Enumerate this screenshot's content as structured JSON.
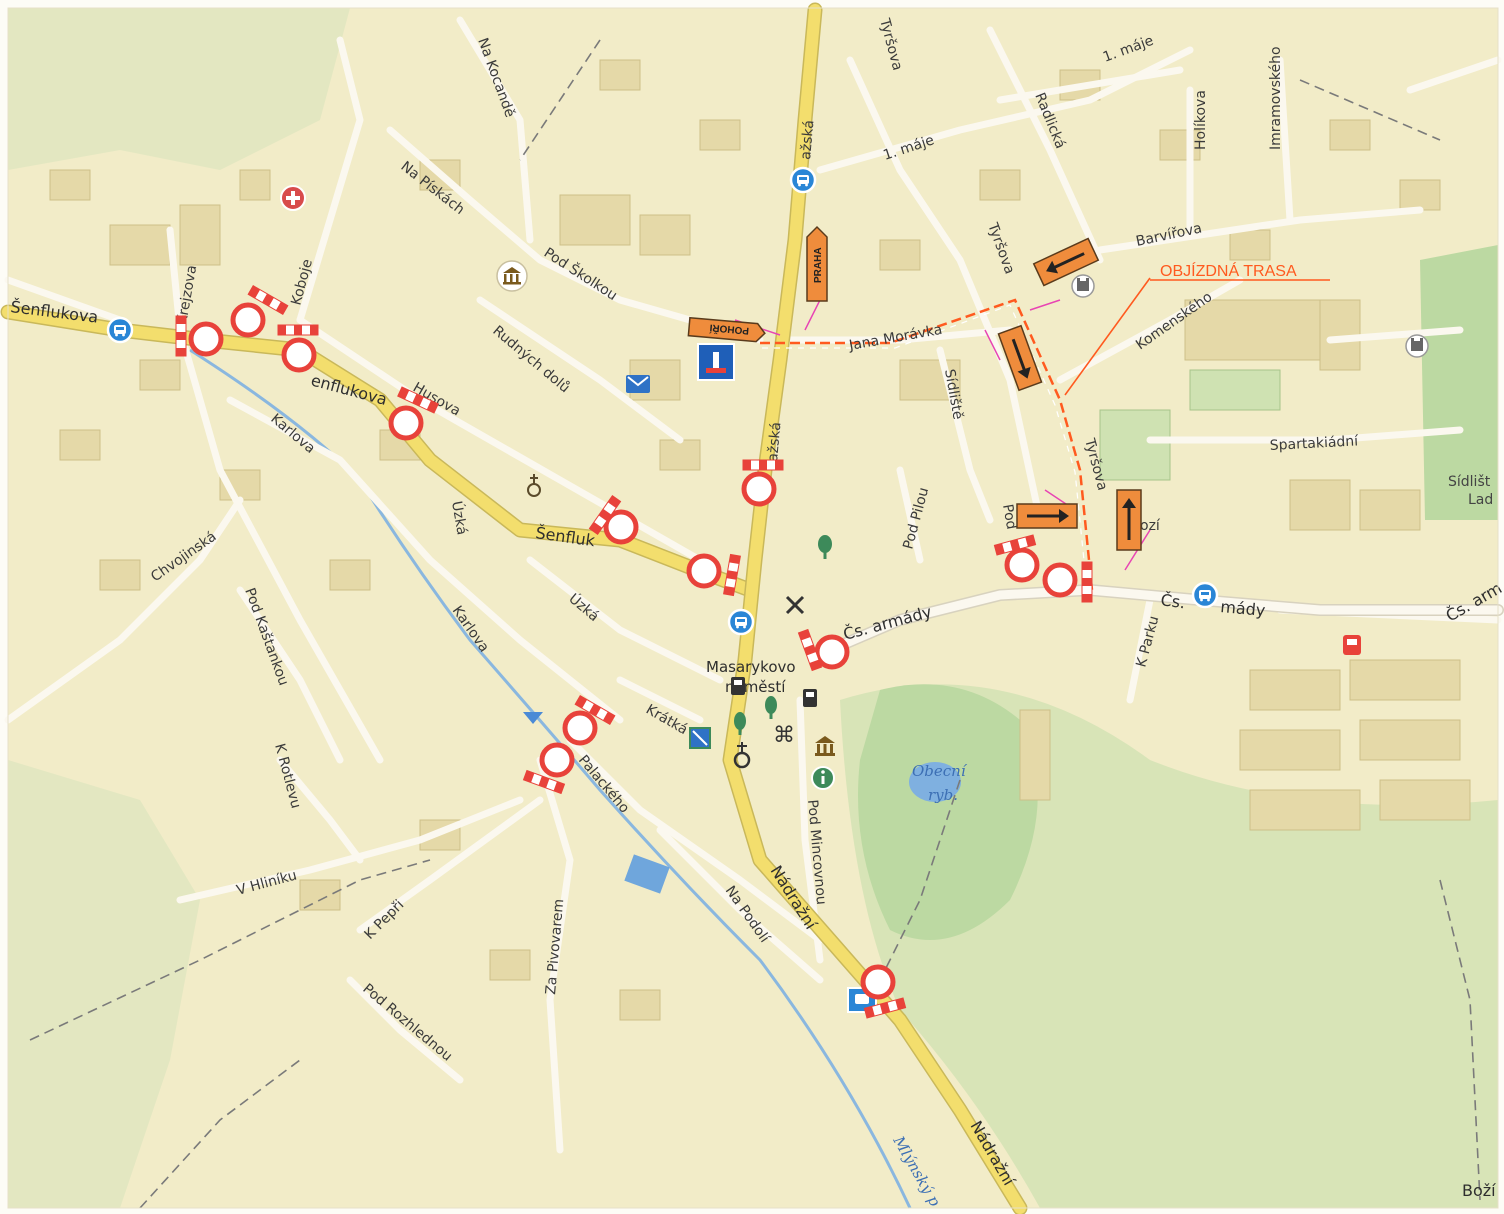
{
  "colors": {
    "paper": "#fdfcf6",
    "land": "#f2ecc8",
    "green": "#d6e3b8",
    "forest": "#bcd9a2",
    "road": "#fbf8ef",
    "main_road": "#f3de6d",
    "water": "#7fb0e0",
    "closure": "#e8423a",
    "detour": "#ff5a1f",
    "arrow": "#ef8c3c"
  },
  "streets": {
    "senflukova_w": "Šenflukova",
    "krejzova": "Krejzova",
    "koboje": "Koboje",
    "senflukova_mid": "enflukova",
    "husova": "Husova",
    "karlova_n": "Karlova",
    "chvojinska": "Chvojinská",
    "pod_kastankou": "Pod Kaštankou",
    "k_rotlevu": "K Rotlevu",
    "v_hliniku": "V Hliníku",
    "k_pepri": "K Pepři",
    "pod_rozhlednou": "Pod Rozhlednou",
    "za_pivovarem": "Za Pivovarem",
    "palackeho": "Palackého",
    "karlova_s": "Karlova",
    "uzka_n": "Úzká",
    "uzka_s": "Úzká",
    "senfluk_e": "Šenfluk",
    "na_kocande": "Na Kocandě",
    "na_piskach": "Na Pískách",
    "pod_skolkou": "Pod Školkou",
    "rudnych_dolu": "Rudných dolů",
    "prazska_n": "ažská",
    "prazska_s": "ažská",
    "tyrsova_n": "Tyršova",
    "tyrsova_mid": "Tyršova",
    "tyrsova_s": "Tyršova",
    "radlicka": "Radlická",
    "prvni_maje_w": "1. máje",
    "prvni_maje_e": "1. máje",
    "holikova": "Holíkova",
    "imramovskeho": "Imramovského",
    "barvirova": "Barvířova",
    "komenskeho": "Komenského",
    "jana_moravka": "Jana Morávka",
    "sidliste": "Sídliště",
    "spartakiadni": "Spartakiádní",
    "pod_pilou": "Pod Pilou",
    "pod_pilou_short": "Pod",
    "cs_armady_w": "Čs. armády",
    "cs_armady_mid": "Čs.",
    "cs_armady_mid2": "mády",
    "cs_armady_e": "Čs. arm",
    "k_parku": "K Parku",
    "kratka": "Krátká",
    "masarykovo_1": "Masarykovo",
    "masarykovo_2": "náměstí",
    "pod_mincovnou": "Pod Mincovnou",
    "na_podoli": "Na Podolí",
    "nadrazni_n": "Nádražní",
    "nadrazni_s": "Nádražní",
    "mlynsky": "Mlýnský p",
    "sidliste_lad_1": "Sídlišt",
    "sidliste_lad_2": "Lad",
    "bozi": "Boží",
    "pozi": "ozí"
  },
  "water": {
    "pond_1": "Obecní",
    "pond_2": "ryb."
  },
  "signs": {
    "detour_route": "OBJÍZDNÁ TRASA",
    "pohori": "POHOŘÍ",
    "praha": "PRAHA"
  },
  "icons": [
    "bus-stop-icon",
    "hospital-icon",
    "museum-icon",
    "post-office-icon",
    "church-icon",
    "tree-icon",
    "restaurant-icon",
    "fuel-icon",
    "info-icon",
    "dead-end-sign-icon",
    "closure-sign-icon",
    "detour-arrow-icon",
    "school-icon",
    "castle-icon",
    "attraction-icon"
  ]
}
